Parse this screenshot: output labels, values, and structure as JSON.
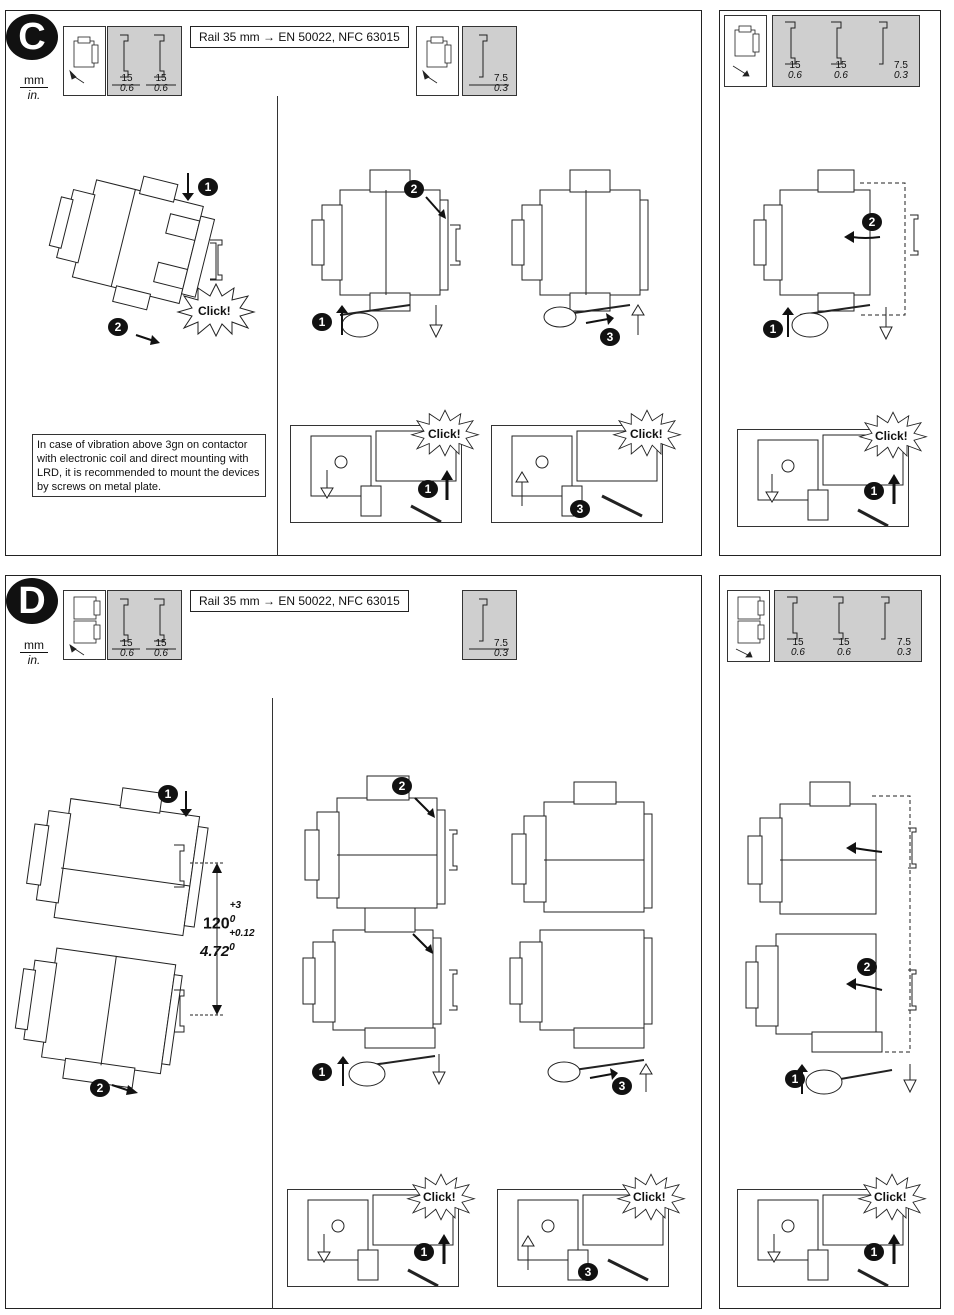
{
  "sections": [
    {
      "id": "C",
      "letter": "C",
      "unit_mm": "mm",
      "unit_in": "in.",
      "rail_text": "Rail 35 mm → EN 50022, NFC 63015",
      "rail_dims_left": [
        {
          "mm": "15",
          "in": "0.6"
        },
        {
          "mm": "15",
          "in": "0.6"
        }
      ],
      "rail_dims_mid": [
        {
          "mm": "7.5",
          "in": "0.3"
        }
      ],
      "rail_dims_right": [
        {
          "mm": "15",
          "in": "0.6"
        },
        {
          "mm": "15",
          "in": "0.6"
        },
        {
          "mm": "7.5",
          "in": "0.3"
        }
      ],
      "note": "In case of vibration above 3gn on contactor with electronic coil and direct mounting with LRD, it is recommended to mount the devices by screws on metal plate.",
      "click_text": "Click!"
    },
    {
      "id": "D",
      "letter": "D",
      "unit_mm": "mm",
      "unit_in": "in.",
      "rail_text": "Rail 35 mm → EN 50022, NFC 63015",
      "rail_dims_left": [
        {
          "mm": "15",
          "in": "0.6"
        },
        {
          "mm": "15",
          "in": "0.6"
        }
      ],
      "rail_dims_mid": [
        {
          "mm": "7.5",
          "in": "0.3"
        }
      ],
      "rail_dims_right": [
        {
          "mm": "15",
          "in": "0.6"
        },
        {
          "mm": "15",
          "in": "0.6"
        },
        {
          "mm": "7.5",
          "in": "0.3"
        }
      ],
      "dim_mm": "120",
      "dim_mm_tol": "+3",
      "dim_mm_base": "0",
      "dim_in": "4.72",
      "dim_in_tol": "+0.12",
      "dim_in_base": "0",
      "click_text": "Click!"
    }
  ],
  "step_numbers": [
    "1",
    "2",
    "3"
  ]
}
